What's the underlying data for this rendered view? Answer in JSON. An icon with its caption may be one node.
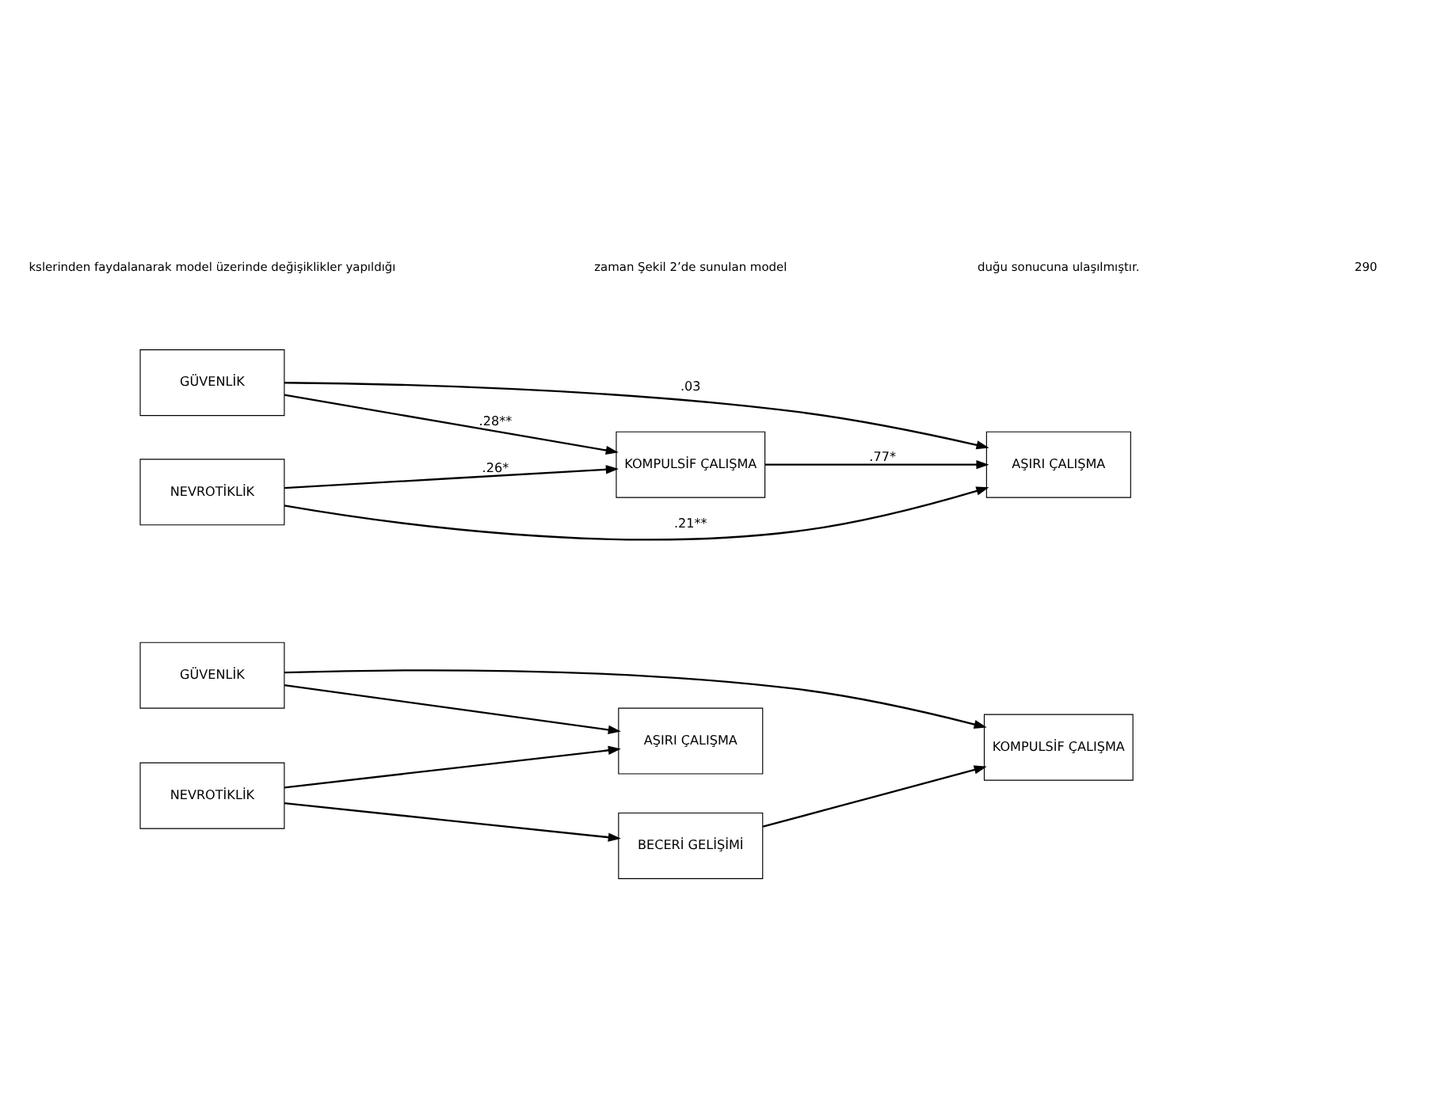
{
  "diagram": {
    "nodes": [
      {
        "text": [
          "GÜVENLİK"
        ]
      },
      {
        "text": [
          "AŞIRI ÇALIŞMA"
        ]
      },
      {
        "text": [
          "NEVROTİKLİK"
        ]
      },
      {
        "text": [
          "KOMPULSİF ÇALIŞMA"
        ]
      },
      {
        "text": [
          "BECERİ GELİŞİMİ"
        ]
      },
      {
        "text": [
          "GÜVENLİK"
        ]
      },
      {
        "text": [
          "AŞIRI ÇALIŞMA"
        ]
      },
      {
        "text": [
          "NEVROTİKLİK"
        ]
      },
      {
        "text": [
          "KOMPULSİF ÇALIŞMA"
        ]
      }
    ],
    "edges": [
      {
        "from": 0,
        "to": 1,
        "arrow": "to"
      },
      {
        "from": 0,
        "to": 3,
        "arrow": "to"
      },
      {
        "from": 2,
        "to": 1,
        "arrow": "to"
      },
      {
        "from": 2,
        "to": 4,
        "arrow": "to"
      },
      {
        "from": 4,
        "to": 3,
        "arrow": "to"
      },
      {
        "from": 5,
        "to": 6,
        "arrow": "to",
        "label": ".03"
      },
      {
        "from": 5,
        "to": 8,
        "arrow": "to",
        "label": ".28**"
      },
      {
        "from": 7,
        "to": 6,
        "arrow": "to",
        "label": ".21**"
      },
      {
        "from": 7,
        "to": 8,
        "arrow": "to",
        "label": ".26*"
      },
      {
        "from": 8,
        "to": 6,
        "arrow": "to",
        "label": ".77*"
      }
    ],
    "labels": [
      "kslerinden faydalanarak model üzerinde değişiklikler yapıldığı",
      "zaman Şekil 2’de sunulan model",
      "duğu sonucuna ulaşılmıştır.",
      "290"
    ]
  }
}
